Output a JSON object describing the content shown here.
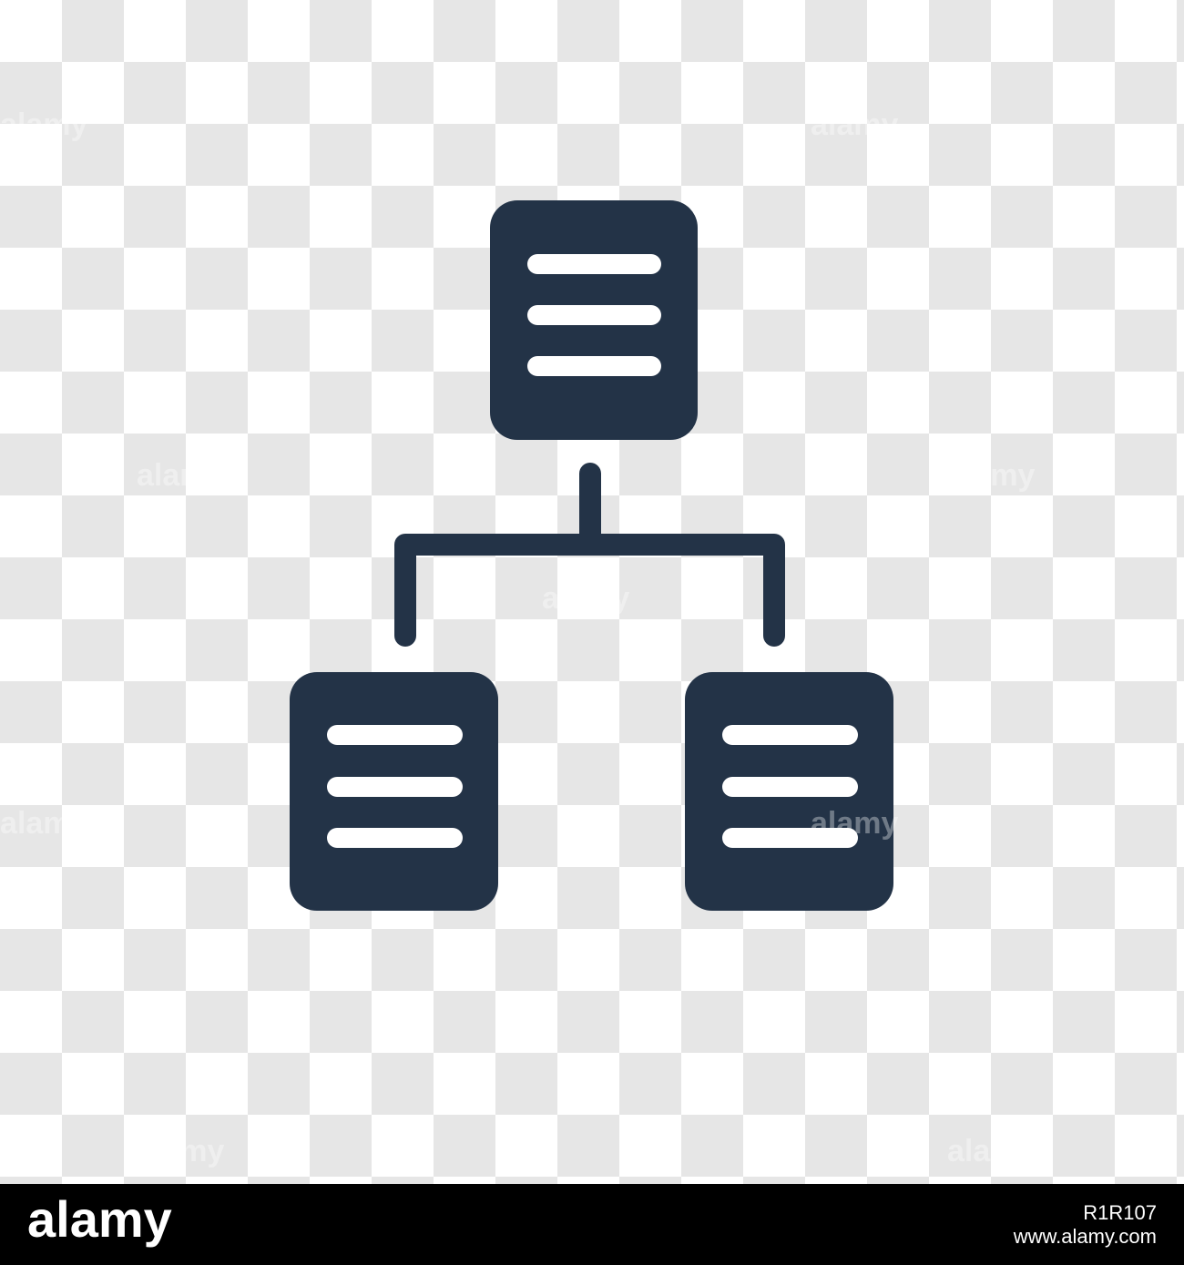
{
  "icon": {
    "name": "hierarchy-document-icon",
    "color": "#233347"
  },
  "watermark": {
    "text": "alamy"
  },
  "footer": {
    "brand": "alamy",
    "image_id": "R1R107",
    "site": "www.alamy.com",
    "background": "#000000"
  }
}
